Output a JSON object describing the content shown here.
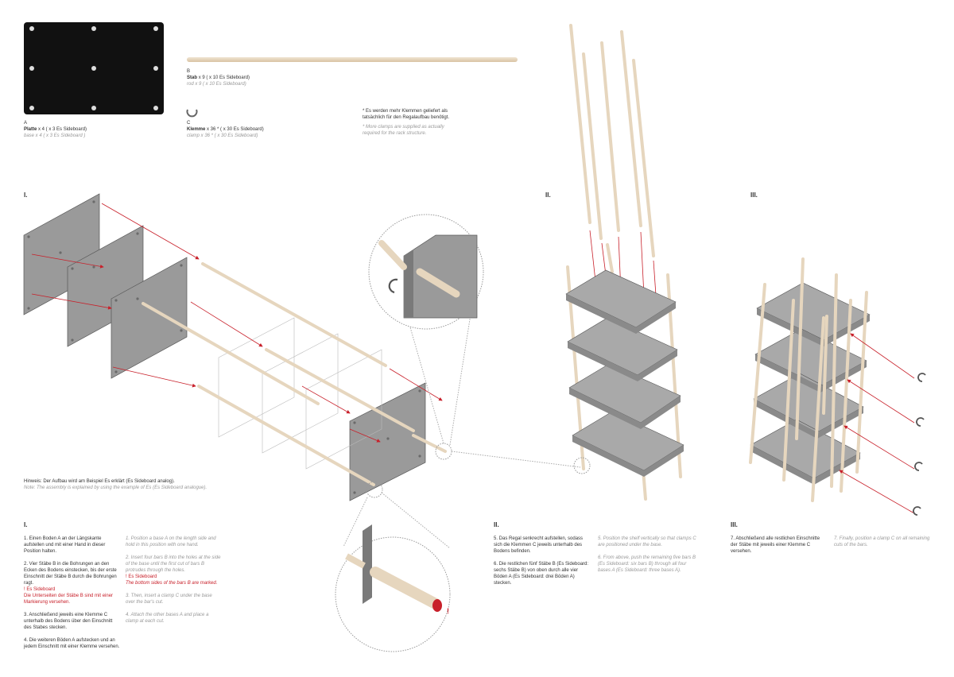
{
  "parts": {
    "a": {
      "letter": "A",
      "name": "Platte",
      "qty": "x 4 ( x 3 Es Sideboard)",
      "en": "base x 4 ( x 3 Es Sideboard )"
    },
    "b": {
      "letter": "B",
      "name": "Stab",
      "qty": "x 9 ( x 10 Es Sideboard)",
      "en": "rod x 9 ( x 10 Es Sideboard)"
    },
    "c": {
      "letter": "C",
      "name": "Klemme",
      "qty": "x 36 * ( x 30 Es Sideboard)",
      "en": "clamp x 36 * ( x 30 Es Sideboard)"
    },
    "note_de": "* Es werden mehr Klemmen geliefert als tatsächlich für den Regalaufbau benötigt.",
    "note_en": "* More clamps are supplied as actually required for the rack structure."
  },
  "sections": {
    "s1": "I.",
    "s2": "II.",
    "s3": "III."
  },
  "hint": {
    "de": "Hinweis: Der Aufbau wird am Beispiel Es erklärt (Es Sideboard analog).",
    "en": "Note: The assembly is explained by using the example of Es (Es Sideboard analogue)."
  },
  "steps1": {
    "title": "I.",
    "s1_de": "1. Einen Boden A an der Längskante aufstellen und mit einer Hand in dieser Position halten.",
    "s1_en": "1. Position a base A on the length side and hold in this position with one hand.",
    "s2_de": "2. Vier Stäbe B in die Bohrungen an den Ecken des Bodens einstecken, bis der erste Einschnitt der Stäbe B durch die Bohrungen ragt.",
    "s2_de_warn": "! Es Sideboard",
    "s2_de_warn2": "Die Unterseiten der Stäbe B sind mit einer Markierung versehen.",
    "s2_en": "2. Insert four bars B into the holes at the side of the base until the first cut of bars B protrudes through the holes.",
    "s2_en_warn": "! Es Sideboard",
    "s2_en_warn2": "The bottom sides of the bars B are marked.",
    "s3_de": "3. Anschließend jeweils eine Klemme C unterhalb des Bodens über den Einschnitt des Stabes stecken.",
    "s3_en": "3. Then, insert a clamp C under the base over the bar's cut.",
    "s4_de": "4. Die weiteren Böden A aufstecken und an jedem Einschnitt mit einer Klemme versehen.",
    "s4_en": "4. Attach the other bases A and place a clamp at each cut."
  },
  "steps2": {
    "title": "II.",
    "s5_de": "5. Das Regal senkrecht aufstellen, sodass sich die Klemmen C jeweils unterhalb des Bodens befinden.",
    "s5_en": "5. Position the shelf vertically so that clamps C are positioned under the base.",
    "s6_de": "6. Die restlichen fünf Stäbe B (Es Sideboard: sechs Stäbe B) von oben durch alle vier Böden A (Es Sideboard: drei Böden A) stecken.",
    "s6_en": "6. From above, push the remaining five bars B (Es Sideboard: six bars B) through all four bases A (Es Sideboard: three bases A)."
  },
  "steps3": {
    "title": "III.",
    "s7_de": "7. Abschließend alle restlichen Einschnitte der Stäbe mit jeweils einer Klemme C versehen.",
    "s7_en": "7. Finally, position a clamp C on all remaining cuts of the bars."
  },
  "detail_mark": "!",
  "colors": {
    "panel": "#9a9a9a",
    "panel_dark": "#7a7a7a",
    "rod": "#e6d6be",
    "arrow": "#c8202a",
    "board_a": "#111111"
  }
}
